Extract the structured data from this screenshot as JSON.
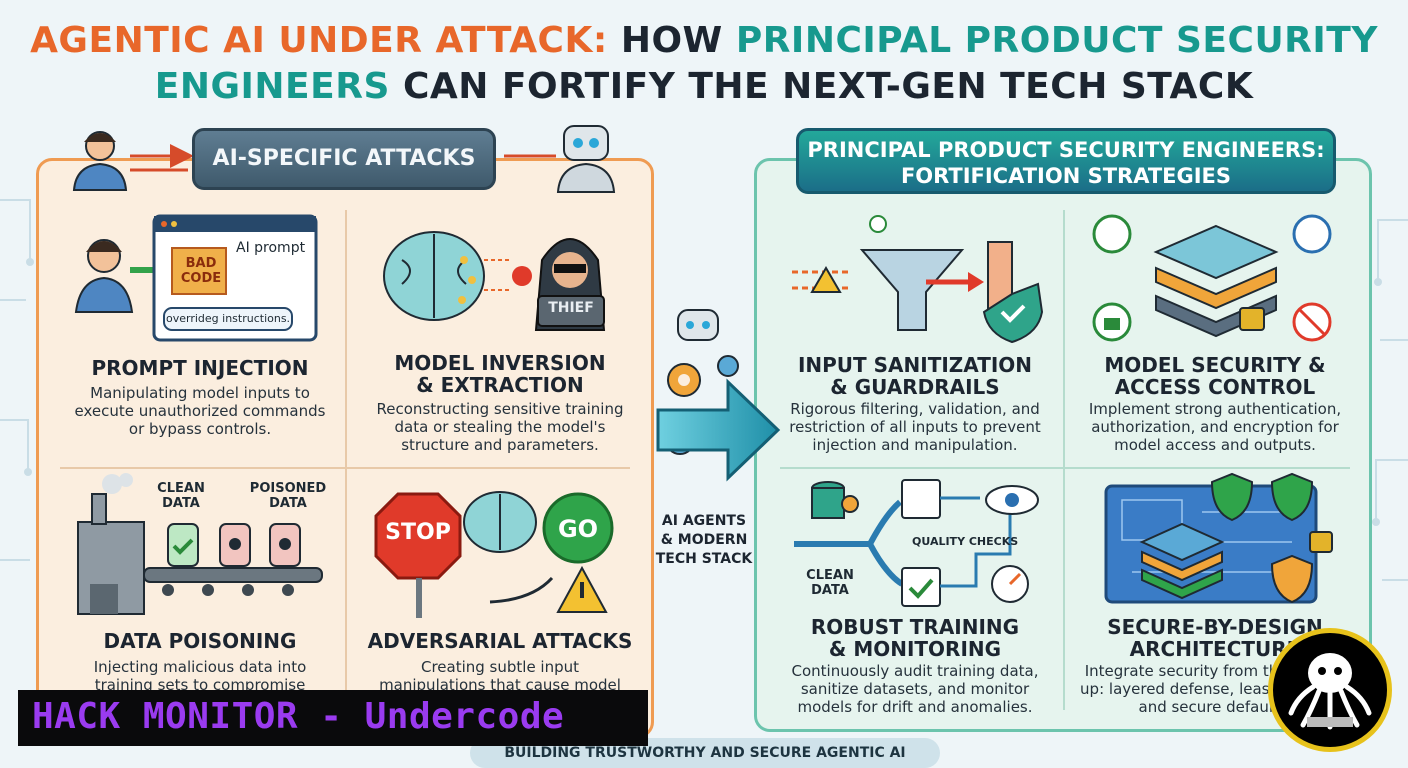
{
  "title": {
    "part1": "AGENTIC AI UNDER ATTACK:",
    "part2": "HOW",
    "part3": "PRINCIPAL PRODUCT SECURITY",
    "part4": "ENGINEERS",
    "part5": "CAN FORTIFY THE NEXT-GEN TECH STACK"
  },
  "left": {
    "header": "AI-SPECIFIC ATTACKS",
    "cards": [
      {
        "title_l1": "PROMPT INJECTION",
        "title_l2": "",
        "desc_l1": "Manipulating model inputs to",
        "desc_l2": "execute unauthorized commands",
        "desc_l3": "or bypass controls.",
        "illus_text1": "AI prompt",
        "illus_text2": "BAD",
        "illus_text3": "CODE",
        "illus_text4": "overrideg instructions."
      },
      {
        "title_l1": "MODEL INVERSION",
        "title_l2": "& EXTRACTION",
        "desc_l1": "Reconstructing sensitive training",
        "desc_l2": "data or stealing the model's",
        "desc_l3": "structure and parameters.",
        "illus_text1": "THIEF"
      },
      {
        "title_l1": "DATA POISONING",
        "title_l2": "",
        "desc_l1": "Injecting malicious data into",
        "desc_l2": "training sets to compromise",
        "desc_l3": "",
        "illus_text1": "CLEAN",
        "illus_text2": "DATA",
        "illus_text3": "POISONED",
        "illus_text4": "DATA"
      },
      {
        "title_l1": "ADVERSARIAL ATTACKS",
        "title_l2": "",
        "desc_l1": "Creating subtle input",
        "desc_l2": "manipulations that cause model",
        "desc_l3": "",
        "illus_text1": "STOP",
        "illus_text2": "GO"
      }
    ]
  },
  "center": {
    "label_l1": "AI AGENTS",
    "label_l2": "& MODERN",
    "label_l3": "TECH STACK"
  },
  "right": {
    "header_l1": "PRINCIPAL PRODUCT SECURITY ENGINEERS:",
    "header_l2": "FORTIFICATION STRATEGIES",
    "cards": [
      {
        "title_l1": "INPUT SANITIZATION",
        "title_l2": "& GUARDRAILS",
        "desc_l1": "Rigorous filtering, validation, and",
        "desc_l2": "restriction of all inputs to prevent",
        "desc_l3": "injection and manipulation."
      },
      {
        "title_l1": "MODEL SECURITY &",
        "title_l2": "ACCESS CONTROL",
        "desc_l1": "Implement strong authentication,",
        "desc_l2": "authorization, and encryption for",
        "desc_l3": "model access and outputs."
      },
      {
        "title_l1": "ROBUST TRAINING",
        "title_l2": "& MONITORING",
        "desc_l1": "Continuously audit training data,",
        "desc_l2": "sanitize datasets, and monitor",
        "desc_l3": "models for drift and anomalies.",
        "illus_text1": "QUALITY CHECKS",
        "illus_text2": "CLEAN",
        "illus_text3": "DATA"
      },
      {
        "title_l1": "SECURE-BY-DESIGN",
        "title_l2": "ARCHITECTURE",
        "desc_l1": "Integrate security from the ground",
        "desc_l2": "up: layered defense, least privilege,",
        "desc_l3": "and secure defaults."
      }
    ]
  },
  "banner": "HACK MONITOR - Undercode",
  "footer": "BUILDING TRUSTWORTHY AND SECURE AGENTIC AI SYSTEMS",
  "colors": {
    "orange": "#e8672a",
    "teal": "#17998e",
    "dark": "#1c2530",
    "left_panel": "#fbeedf",
    "right_panel": "#e6f4ee",
    "banner_text": "#9a3bf0"
  }
}
